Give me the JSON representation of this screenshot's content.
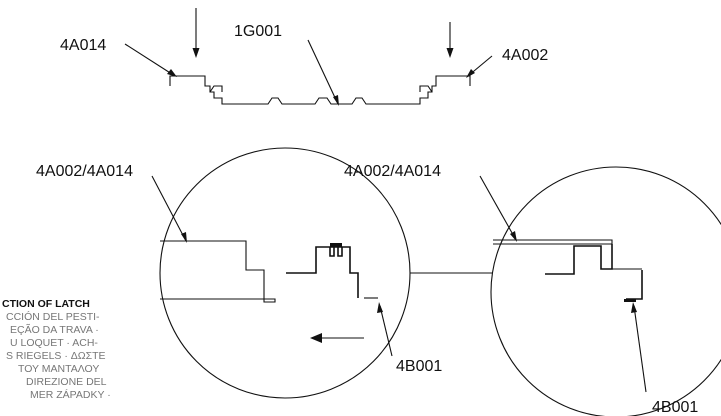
{
  "labels": {
    "top_left": "4A014",
    "top_center": "1G001",
    "top_right": "4A002",
    "mid_left": "4A002/4A014",
    "mid_right": "4A002/4A014",
    "bottom_center": "4B001",
    "bottom_right": "4B001"
  },
  "direction_text": [
    "CTION OF LATCH",
    "CCIÓN DEL PESTI-",
    "EÇÃO DA TRAVA ·",
    "U LOQUET · ACH-",
    "S RIEGELS · ΔΩΣΤΕ",
    "ΤΟΥ ΜΑΝΤΑΛΟΥ",
    "DIREZIONE DEL",
    "MER ZÁPADKY ·"
  ]
}
